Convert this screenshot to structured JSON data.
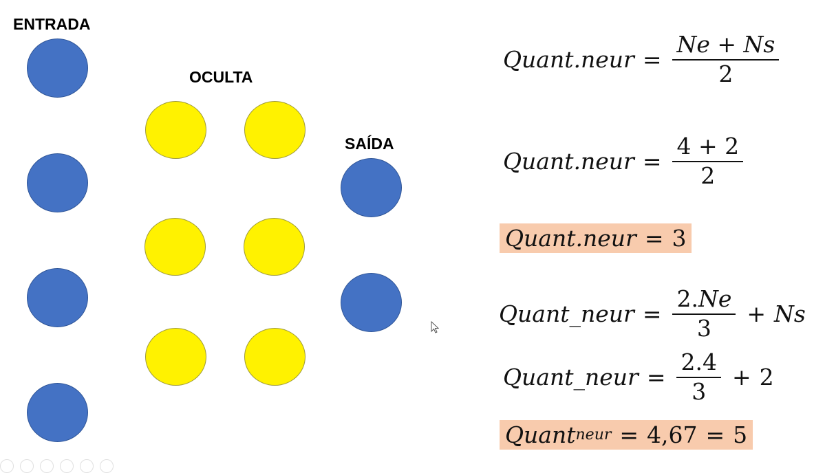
{
  "layers": {
    "input": {
      "label": "ENTRADA",
      "neurons": 4,
      "color": "#4472c4"
    },
    "hidden": {
      "label": "OCULTA",
      "neurons": 6,
      "color": "#fff200"
    },
    "output": {
      "label": "SAÍDA",
      "neurons": 2,
      "color": "#4472c4"
    }
  },
  "equations": {
    "eq1": {
      "lhs": "Quant.neur",
      "eq": "=",
      "num": "Ne + Ns",
      "den": "2"
    },
    "eq2": {
      "lhs": "Quant.neur",
      "eq": "=",
      "num": "4 + 2",
      "den": "2"
    },
    "eq3": {
      "lhs": "Quant.neur",
      "eq": "=",
      "rhs": "3"
    },
    "eq4": {
      "lhs": "Quant_neur",
      "eq": "=",
      "num_a": "2.",
      "num_b": "Ne",
      "den": "3",
      "plus": "+",
      "tail": "Ns"
    },
    "eq5": {
      "lhs": "Quant_neur",
      "eq": "=",
      "num": "2.4",
      "den": "3",
      "plus": "+",
      "tail": "2"
    },
    "eq6": {
      "lhs_base": "Quant",
      "lhs_sub": "neur",
      "eq": "=",
      "rhs1": "4,67",
      "eq2": "=",
      "rhs2": "5"
    }
  },
  "highlight_color": "#f8cbad"
}
